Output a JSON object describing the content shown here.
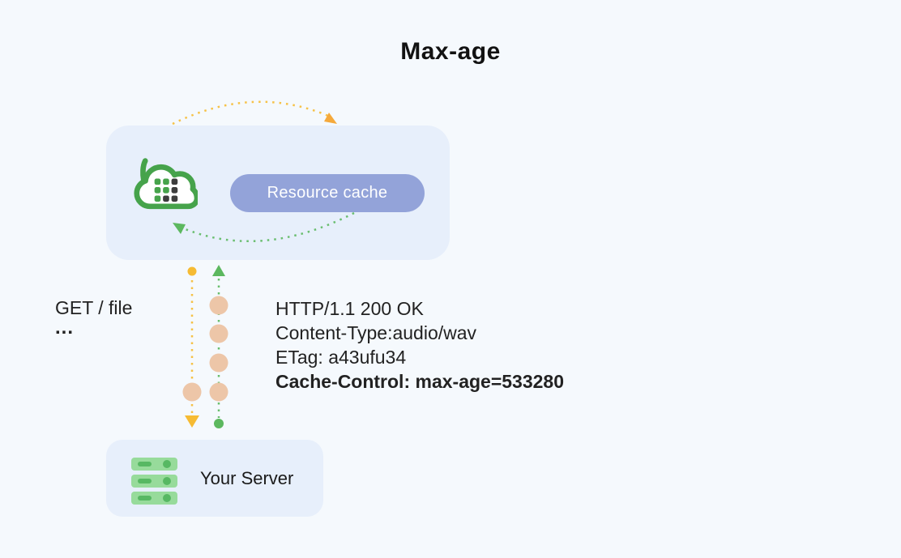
{
  "title": "Max-age",
  "colors": {
    "bg": "#f5f9fd",
    "panel": "#e7effb",
    "pill": "#93a3d9",
    "pill-text": "#ffffff",
    "cloud-green": "#46a34b",
    "cloud-dot-dark": "#3d3d3d",
    "green-line": "#5cb85f",
    "yellow": "#f6bb33",
    "orange-arrow": "#f5a93b",
    "peach": "#edc6a8",
    "server-bar": "#97db9b",
    "server-detail": "#57b863"
  },
  "cache_node": {
    "label": "Resource cache",
    "icon": "cdn-cloud-icon"
  },
  "request": {
    "line1": "GET / file",
    "line2": "..."
  },
  "response": {
    "lines": [
      "HTTP/1.1 200 OK",
      "Content-Type:audio/wav",
      "ETag: a43ufu34",
      "Cache-Control: max-age=533280"
    ]
  },
  "server_node": {
    "label": "Your Server",
    "icon": "server-icon"
  }
}
